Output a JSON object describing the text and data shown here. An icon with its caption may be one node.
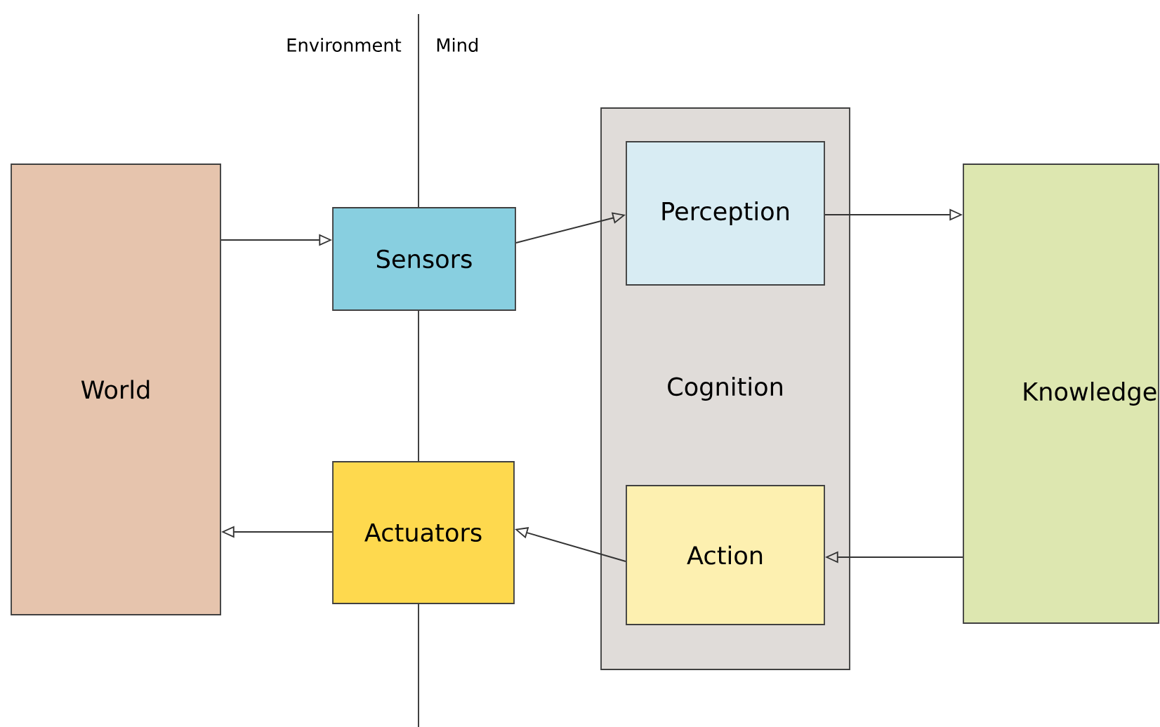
{
  "diagram": {
    "nodes": [
      {
        "text": [
          "World"
        ]
      },
      {
        "text": [
          "Sensors"
        ]
      },
      {
        "text": [
          "Cognition"
        ]
      },
      {
        "text": [
          "Perception"
        ],
        "in": 2
      },
      {
        "text": [
          "Action"
        ],
        "in": 2
      },
      {
        "text": [
          "Knowledge"
        ]
      },
      {
        "text": [
          "Actuators"
        ]
      }
    ],
    "edges": [
      {
        "from": 0,
        "to": 1,
        "arrow": "to"
      },
      {
        "from": 1,
        "to": 3,
        "arrow": "to"
      },
      {
        "from": 3,
        "to": 5,
        "arrow": "to"
      },
      {
        "from": 5,
        "to": 4,
        "arrow": "to"
      },
      {
        "from": 4,
        "to": 6,
        "arrow": "to"
      },
      {
        "from": 6,
        "to": 0,
        "arrow": "to"
      }
    ],
    "labels": [
      "Environment",
      "Mind"
    ]
  }
}
